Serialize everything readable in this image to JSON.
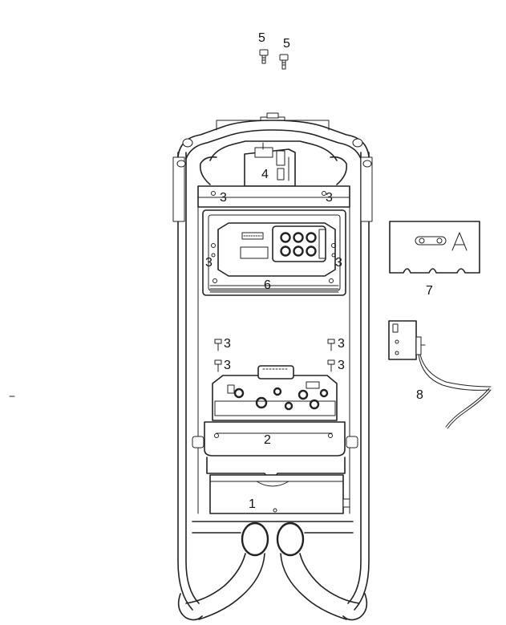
{
  "callouts": {
    "c1": "1",
    "c2": "2",
    "c3a": "3",
    "c3b": "3",
    "c3c": "3",
    "c3d": "3",
    "c3e": "3",
    "c3f": "3",
    "c3g": "3",
    "c3h": "3",
    "c4": "4",
    "c5a": "5",
    "c5b": "5",
    "c6": "6",
    "c7": "7",
    "c8": "8"
  },
  "icons": {
    "screw": "screw-icon",
    "cable": "cable-icon"
  },
  "colors": {
    "line": "#222222",
    "background": "#ffffff"
  }
}
